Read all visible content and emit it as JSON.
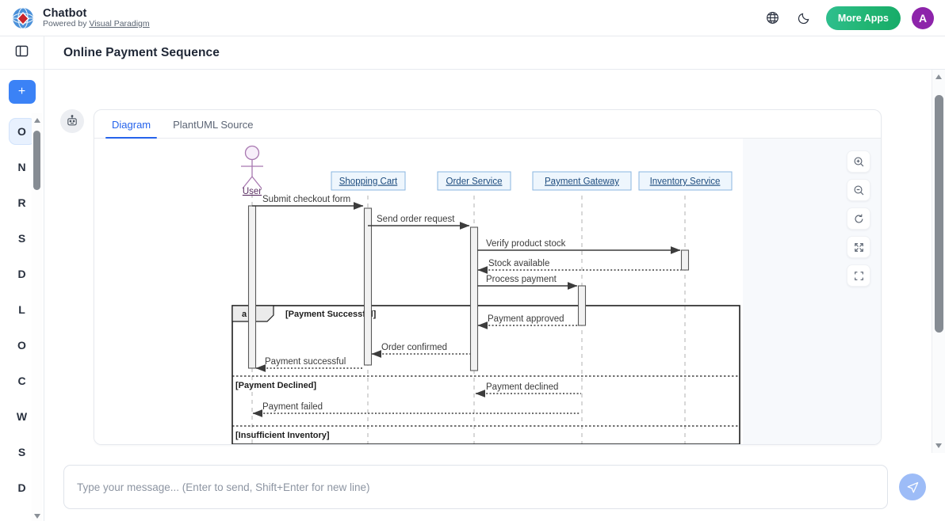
{
  "header": {
    "title": "Chatbot",
    "powered_prefix": "Powered by ",
    "powered_link": "Visual Paradigm",
    "logo_icon": "visual-paradigm-globe-logo",
    "language_icon": "globe-icon",
    "theme_icon": "moon-icon",
    "more_apps_label": "More Apps",
    "avatar_initial": "A",
    "avatar_color": "#8d24aa",
    "more_apps_color": "#21b573"
  },
  "rail": {
    "panel_toggle_icon": "sidebar-panel-icon",
    "new_chat_label": "+",
    "new_chat_color": "#3b82f6",
    "items": [
      {
        "label": "O",
        "active": true
      },
      {
        "label": "N",
        "active": false
      },
      {
        "label": "R",
        "active": false
      },
      {
        "label": "S",
        "active": false
      },
      {
        "label": "D",
        "active": false
      },
      {
        "label": "L",
        "active": false
      },
      {
        "label": "O",
        "active": false
      },
      {
        "label": "C",
        "active": false
      },
      {
        "label": "W",
        "active": false
      },
      {
        "label": "S",
        "active": false
      },
      {
        "label": "D",
        "active": false
      }
    ]
  },
  "page": {
    "title": "Online Payment Sequence"
  },
  "message": {
    "bot_icon": "robot-icon",
    "tabs": [
      {
        "label": "Diagram",
        "active": true
      },
      {
        "label": "PlantUML Source",
        "active": false
      }
    ]
  },
  "diagram_toolbar": {
    "buttons": [
      {
        "name": "zoom-in-icon",
        "title": "Zoom in"
      },
      {
        "name": "zoom-out-icon",
        "title": "Zoom out"
      },
      {
        "name": "reset-rotate-icon",
        "title": "Reset"
      },
      {
        "name": "expand-icon",
        "title": "Expand"
      },
      {
        "name": "fit-frame-icon",
        "title": "Fit"
      }
    ]
  },
  "diagram": {
    "type": "sequence",
    "actor": {
      "name": "User"
    },
    "participants": [
      {
        "name": "Shopping Cart"
      },
      {
        "name": "Order Service"
      },
      {
        "name": "Payment Gateway"
      },
      {
        "name": "Inventory Service"
      }
    ],
    "messages": [
      {
        "text": "Submit checkout form",
        "from": "User",
        "to": "Shopping Cart",
        "style": "solid"
      },
      {
        "text": "Send order request",
        "from": "Shopping Cart",
        "to": "Order Service",
        "style": "solid"
      },
      {
        "text": "Verify product stock",
        "from": "Order Service",
        "to": "Inventory Service",
        "style": "solid"
      },
      {
        "text": "Stock available",
        "from": "Inventory Service",
        "to": "Order Service",
        "style": "dotted"
      },
      {
        "text": "Process payment",
        "from": "Order Service",
        "to": "Payment Gateway",
        "style": "solid"
      },
      {
        "text": "Payment approved",
        "from": "Payment Gateway",
        "to": "Order Service",
        "style": "dotted"
      },
      {
        "text": "Order confirmed",
        "from": "Order Service",
        "to": "Shopping Cart",
        "style": "dotted"
      },
      {
        "text": "Payment successful",
        "from": "Shopping Cart",
        "to": "User",
        "style": "dotted"
      },
      {
        "text": "Payment declined",
        "from": "Payment Gateway",
        "to": "Order Service",
        "style": "dotted"
      },
      {
        "text": "Payment failed",
        "from": "Order Service",
        "to": "User",
        "style": "dotted"
      }
    ],
    "fragment": {
      "operator": "alt",
      "guards": [
        "[Payment Successful]",
        "[Payment Declined]",
        "[Insufficient Inventory]"
      ]
    }
  },
  "composer": {
    "placeholder": "Type your message... (Enter to send, Shift+Enter for new line)",
    "value": "",
    "send_icon": "send-icon"
  }
}
